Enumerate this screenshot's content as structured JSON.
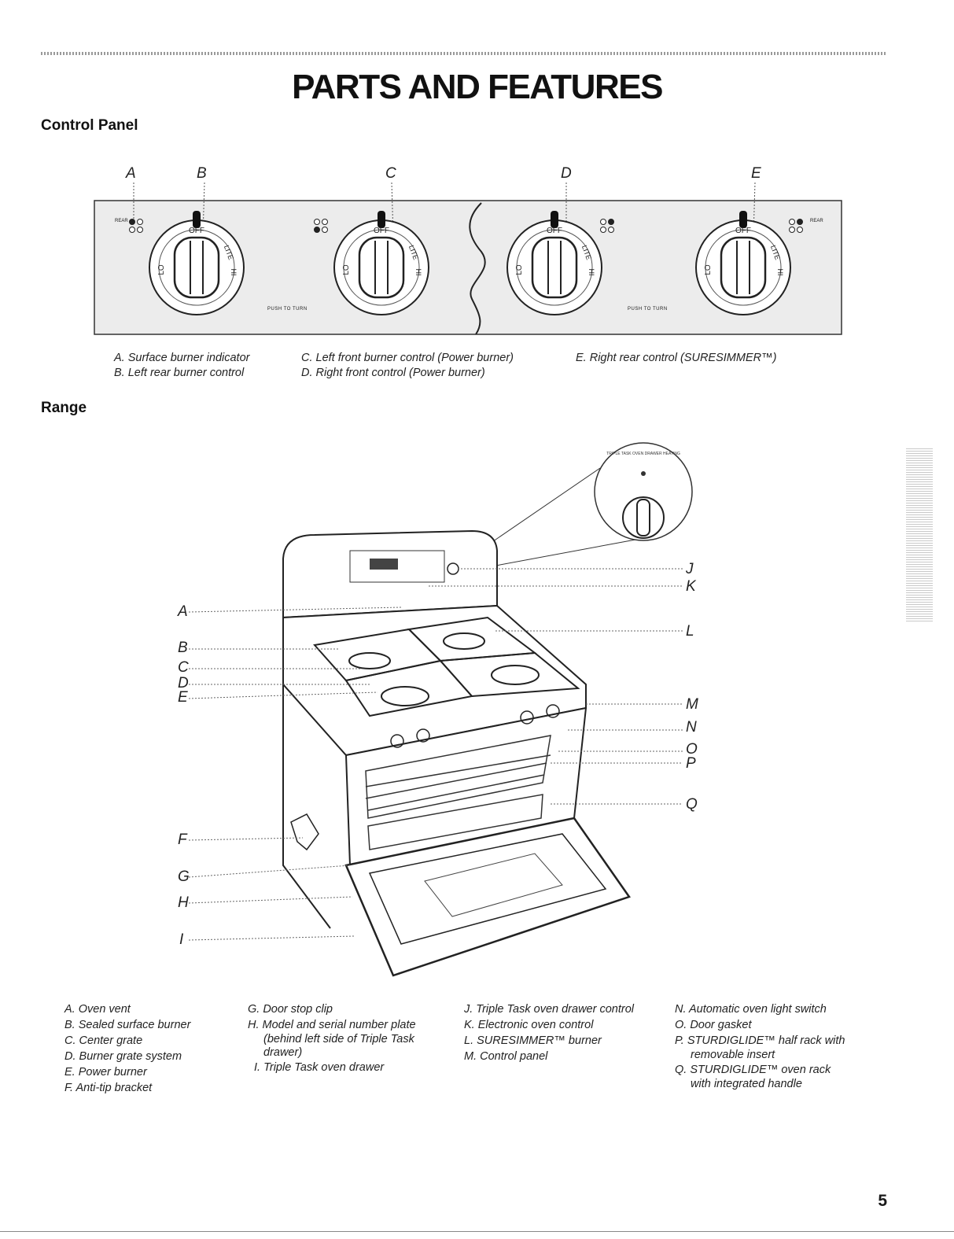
{
  "title": "PARTS AND FEATURES",
  "control_panel": {
    "heading": "Control Panel",
    "callouts": [
      "A",
      "B",
      "C",
      "D",
      "E"
    ],
    "knob_labels": {
      "off": "OFF",
      "lo": "LO",
      "lite": "LITE",
      "hi": "HI"
    },
    "push_to_turn": "PUSH TO TURN",
    "rear_label": "REAR",
    "captions": [
      "A. Surface burner indicator",
      "B. Left rear burner control",
      "C. Left front burner control (Power burner)",
      "D. Right front control (Power burner)",
      "E. Right rear control (SURESIMMER™)"
    ]
  },
  "range": {
    "heading": "Range",
    "left_callouts": [
      "A",
      "B",
      "C",
      "D",
      "E",
      "F",
      "G",
      "H",
      "I"
    ],
    "right_callouts": [
      "J",
      "K",
      "L",
      "M",
      "N",
      "O",
      "P",
      "Q"
    ],
    "inset_label": "TRIPLE TASK OVEN DRAWER HEATING",
    "legend": {
      "col1": [
        "A. Oven vent",
        "B. Sealed surface burner",
        "C. Center grate",
        "D. Burner grate system",
        "E. Power burner",
        "F. Anti-tip bracket"
      ],
      "col2": [
        "G. Door stop clip",
        "H. Model and serial number plate",
        "(behind left side of Triple Task",
        "drawer)",
        "I. Triple Task oven drawer"
      ],
      "col3": [
        "J. Triple Task oven drawer control",
        "K. Electronic oven control",
        "L. SURESIMMER™ burner",
        "M. Control panel"
      ],
      "col4": [
        "N. Automatic oven light switch",
        "O. Door gasket",
        "P. STURDIGLIDE™ half rack with",
        "removable insert",
        "Q. STURDIGLIDE™ oven rack",
        "with integrated handle"
      ]
    }
  },
  "page_number": "5"
}
